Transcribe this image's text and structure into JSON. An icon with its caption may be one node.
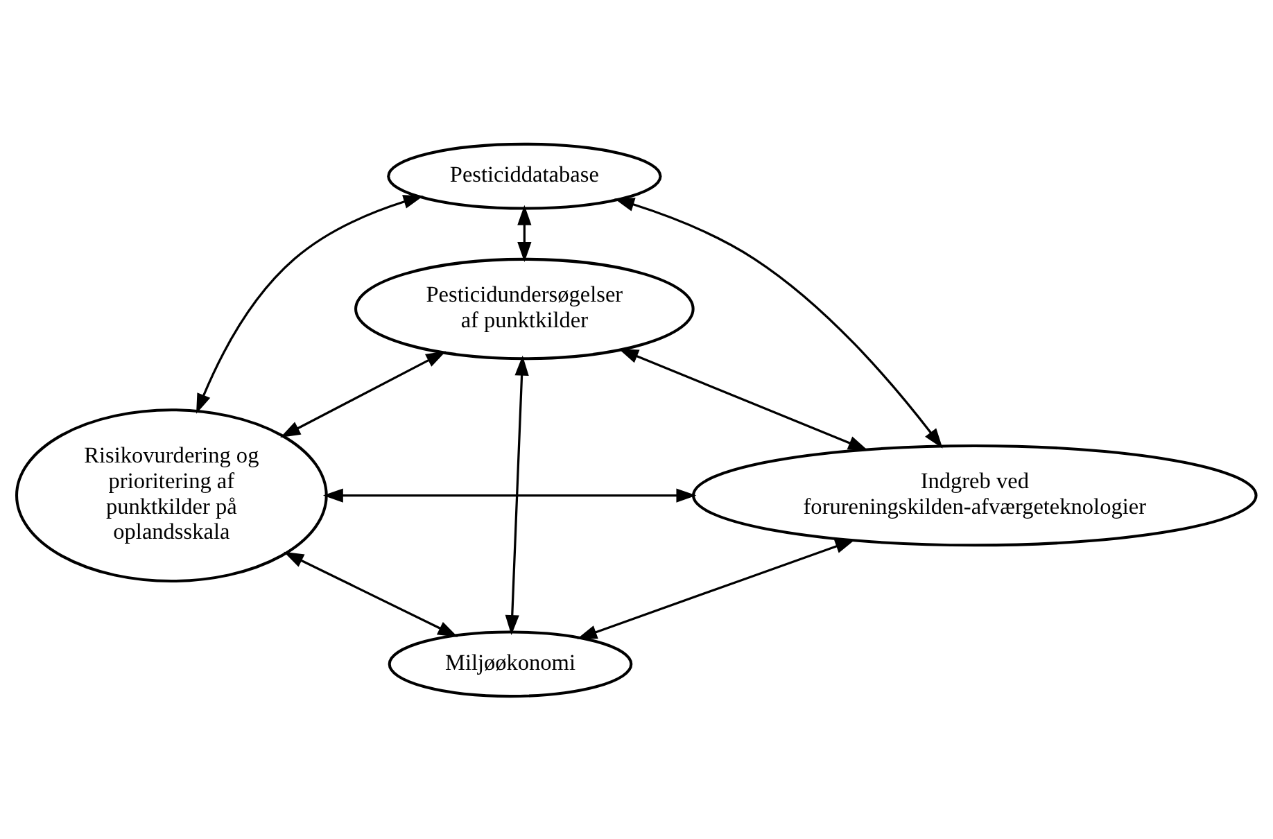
{
  "diagram": {
    "nodes": [
      {
        "text": [
          "Pesticiddatabase"
        ]
      },
      {
        "text": [
          "Pesticidundersøgelser af punktkilder"
        ]
      },
      {
        "text": [
          "Risikovurdering og prioritering af punktkilder på oplandsskala"
        ]
      },
      {
        "text": [
          "Indgreb ved forureningskilden-afværgeteknologier"
        ]
      },
      {
        "text": [
          "Miljøøkonomi"
        ]
      }
    ],
    "edges": [
      {
        "from": 0,
        "to": 1,
        "arrow": "both"
      },
      {
        "from": 0,
        "to": 2,
        "arrow": "both"
      },
      {
        "from": 0,
        "to": 3,
        "arrow": "both"
      },
      {
        "from": 1,
        "to": 2,
        "arrow": "both"
      },
      {
        "from": 1,
        "to": 3,
        "arrow": "both"
      },
      {
        "from": 1,
        "to": 4,
        "arrow": "both"
      },
      {
        "from": 2,
        "to": 3,
        "arrow": "both"
      },
      {
        "from": 2,
        "to": 4,
        "arrow": "both"
      },
      {
        "from": 3,
        "to": 4,
        "arrow": "both"
      }
    ]
  }
}
